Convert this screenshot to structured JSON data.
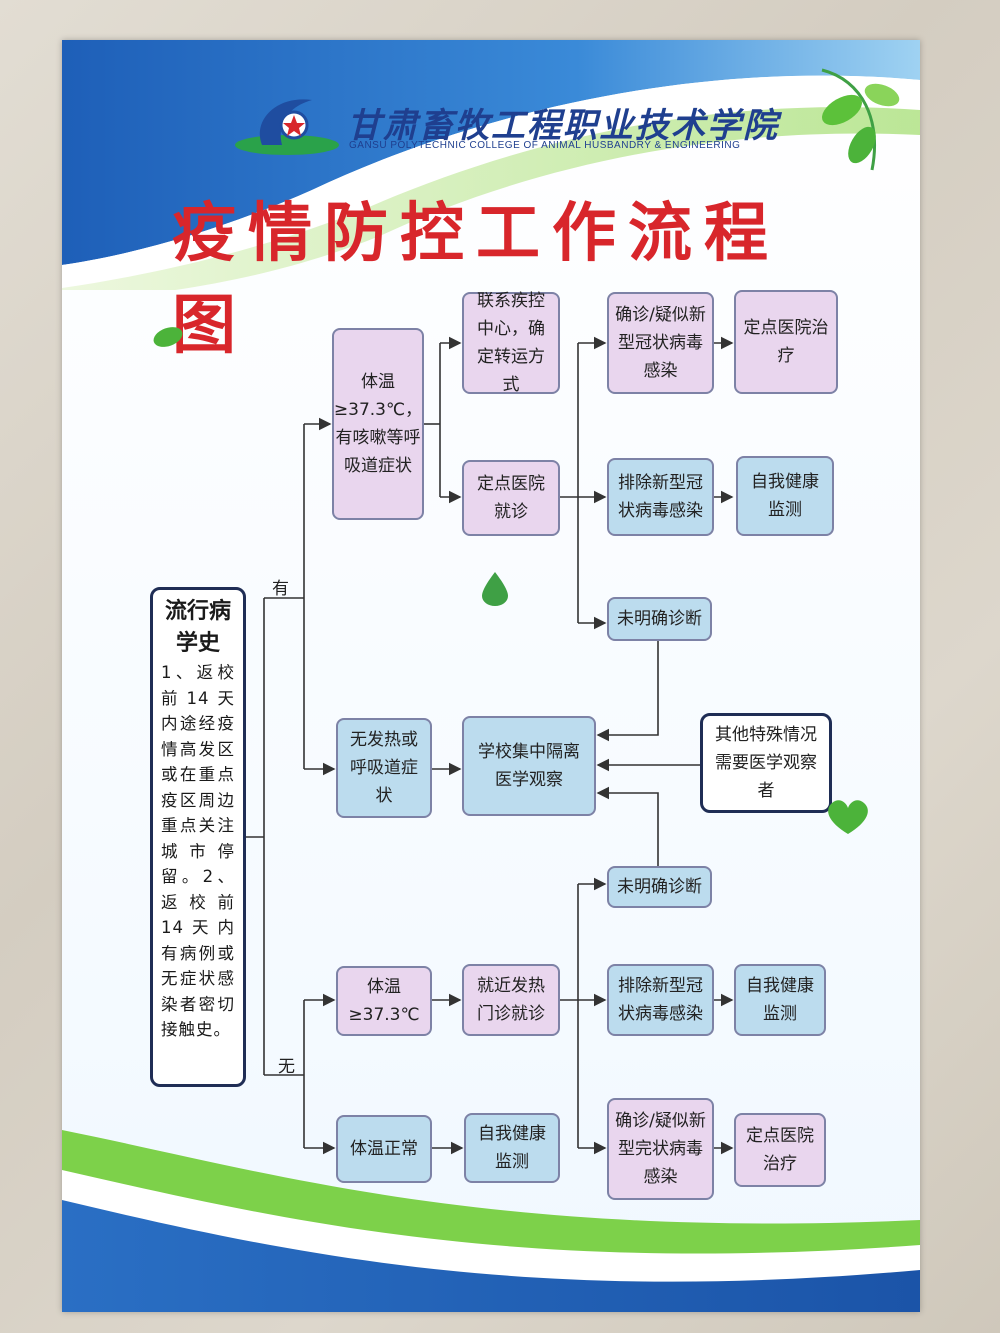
{
  "header": {
    "school_name_cn": "甘肃畜牧工程职业技术学院",
    "school_name_en": "GANSU POLYTECHNIC COLLEGE OF ANIMAL HUSBANDRY & ENGINEERING",
    "title": "疫情防控工作流程图"
  },
  "history": {
    "title": "流行病学史",
    "body": "1、返校前14天内途经疫情高发区或在重点疫区周边重点关注城市停留。2、返校前14天内有病例或无症状感染者密切接触史。"
  },
  "labels": {
    "yes": "有",
    "no": "无"
  },
  "nodes": {
    "fever_symptoms": "体温≥37.3℃，有咳嗽等呼吸道症状",
    "contact_cdc": "联系疾控中心，确定转运方式",
    "hospital_visit": "定点医院就诊",
    "confirmed_1": "确诊/疑似新型冠状病毒感染",
    "designated_treat_1": "定点医院治疗",
    "excluded_1": "排除新型冠状病毒感染",
    "self_monitor_1": "自我健康监测",
    "undiagnosed_1": "未明确诊断",
    "no_fever": "无发热或呼吸道症状",
    "quarantine": "学校集中隔离医学观察",
    "special_cases": "其他特殊情况需要医学观察者",
    "undiagnosed_2": "未明确诊断",
    "fever_only": "体温≥37.3℃",
    "fever_clinic": "就近发热门诊就诊",
    "excluded_2": "排除新型冠状病毒感染",
    "self_monitor_2": "自我健康监测",
    "normal_temp": "体温正常",
    "self_monitor_3": "自我健康监测",
    "confirmed_2": "确诊/疑似新型完状病毒感染",
    "designated_treat_2": "定点医院治疗"
  },
  "colors": {
    "title": "#d8262b",
    "pink_box": "#e9d6ee",
    "blue_box": "#bcdcee",
    "border": "#7d82a6",
    "band_blue": "#2a6fc4",
    "band_green": "#5cc13a"
  }
}
